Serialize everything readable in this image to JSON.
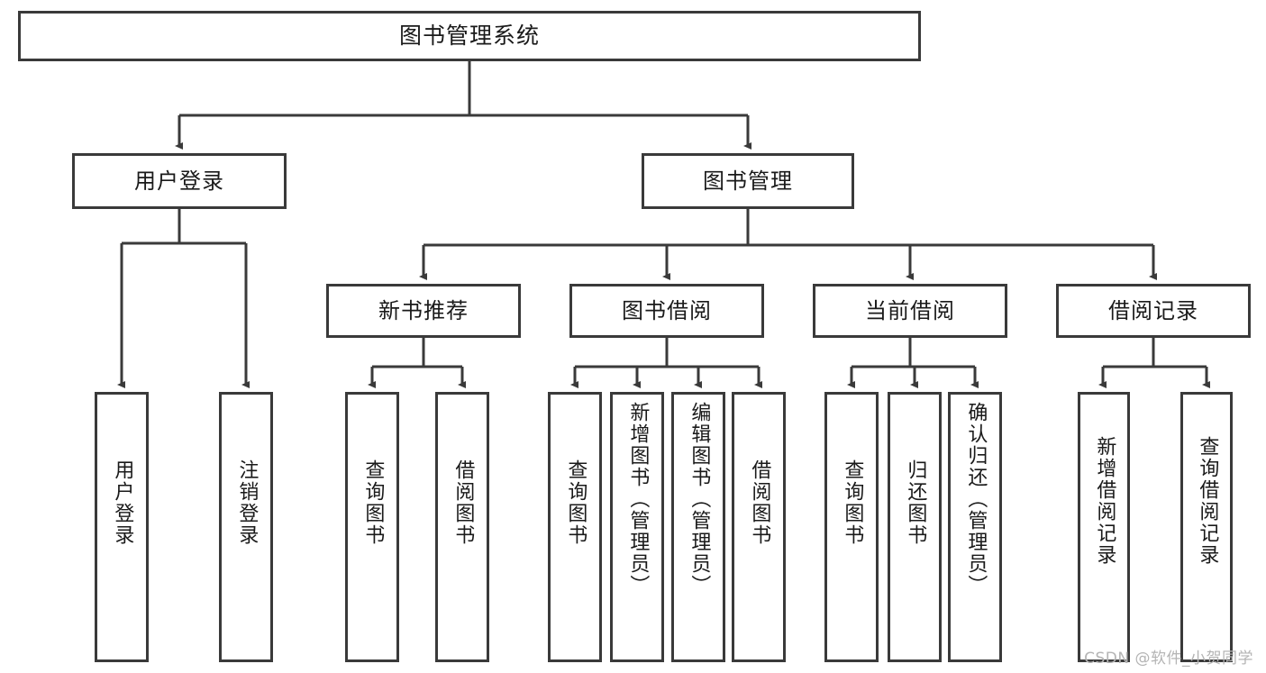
{
  "diagram": {
    "title": "图书管理系统",
    "watermark": "CSDN @软件_小贺同学",
    "colors": {
      "stroke": "#3a3a3a",
      "text": "#1a1a1a",
      "background": "#ffffff",
      "watermark": "#b4b4b4"
    },
    "root": {
      "label": "图书管理系统"
    },
    "level2": [
      {
        "label": "用户登录"
      },
      {
        "label": "图书管理"
      }
    ],
    "level3": [
      {
        "label": "新书推荐"
      },
      {
        "label": "图书借阅"
      },
      {
        "label": "当前借阅"
      },
      {
        "label": "借阅记录"
      }
    ],
    "leaves": {
      "user_login": [
        {
          "label": "用户登录"
        },
        {
          "label": "注销登录"
        }
      ],
      "new_book_recommend": [
        {
          "label": "查询图书"
        },
        {
          "label": "借阅图书"
        }
      ],
      "book_borrow": [
        {
          "label": "查询图书"
        },
        {
          "label": "新增图书（管理员）"
        },
        {
          "label": "编辑图书（管理员）"
        },
        {
          "label": "借阅图书"
        }
      ],
      "current_borrow": [
        {
          "label": "查询图书"
        },
        {
          "label": "归还图书"
        },
        {
          "label": "确认归还（管理员）"
        }
      ],
      "borrow_record": [
        {
          "label": "新增借阅记录"
        },
        {
          "label": "查询借阅记录"
        }
      ]
    }
  }
}
